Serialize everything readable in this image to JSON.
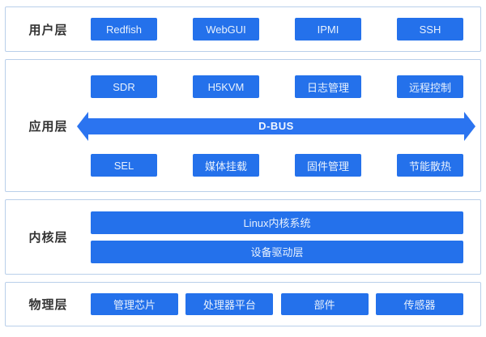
{
  "diagram": {
    "title": "BMC layered architecture diagram",
    "colors": {
      "box_blue": "#2471eb",
      "arrow_blue": "#2b74f0",
      "panel_border": "#b9cfea",
      "layer_label_text": "#333333",
      "box_text": "#e8f1fd"
    },
    "layers": [
      {
        "label": "用户层",
        "boxes": [
          "Redfish",
          "WebGUI",
          "IPMI",
          "SSH"
        ]
      },
      {
        "label": "应用层",
        "top_boxes": [
          "SDR",
          "H5KVM",
          "日志管理",
          "远程控制"
        ],
        "bus_label": "D-BUS",
        "bottom_boxes": [
          "SEL",
          "媒体挂载",
          "固件管理",
          "节能散热"
        ]
      },
      {
        "label": "内核层",
        "bars": [
          "Linux内核系统",
          "设备驱动层"
        ]
      },
      {
        "label": "物理层",
        "boxes": [
          "管理芯片",
          "处理器平台",
          "部件",
          "传感器"
        ]
      }
    ]
  }
}
